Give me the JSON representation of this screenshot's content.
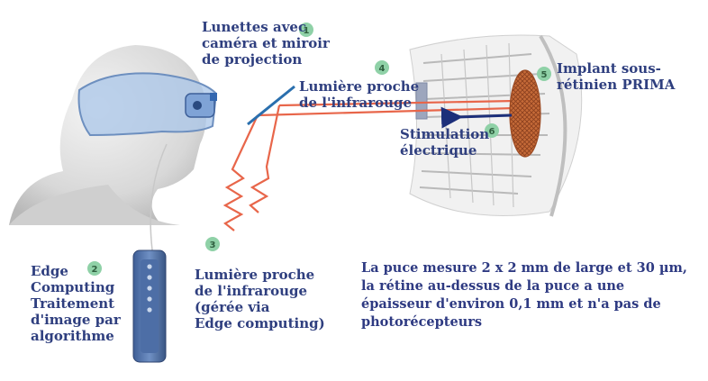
{
  "labels": {
    "glasses": "Lunettes avec\ncaméra et miroir\nde projection",
    "edge": "Edge\nComputing\nTraitement\nd'image par\nalgorithme",
    "nir_source": "Lumière proche\nde l'infrarouge\n(gérée via\nEdge computing)",
    "nir_mirror": "Lumière proche\nde l'infrarouge",
    "implant": "Implant sous-\nrétinien PRIMA",
    "stimulation": "Stimulation\nélectrique",
    "note": "La puce mesure 2 x 2 mm de large et 30 µm,\nla rétine au-dessus de la puce a une\népaisseur d'environ 0,1 mm et n'a pas de\nphotorécepteurs"
  },
  "badges": {
    "b1": "1",
    "b2": "2",
    "b3": "3",
    "b4": "4",
    "b5": "5",
    "b6": "6"
  },
  "colors": {
    "label_text": "#2f3f7f",
    "badge_fill": "#8fd1a7",
    "light_beam": "#e8664a",
    "mirror": "#2a6fae",
    "implant": "#c8693a",
    "stimulation_arrow": "#1c2f7a",
    "device": "#5a7bb0"
  }
}
